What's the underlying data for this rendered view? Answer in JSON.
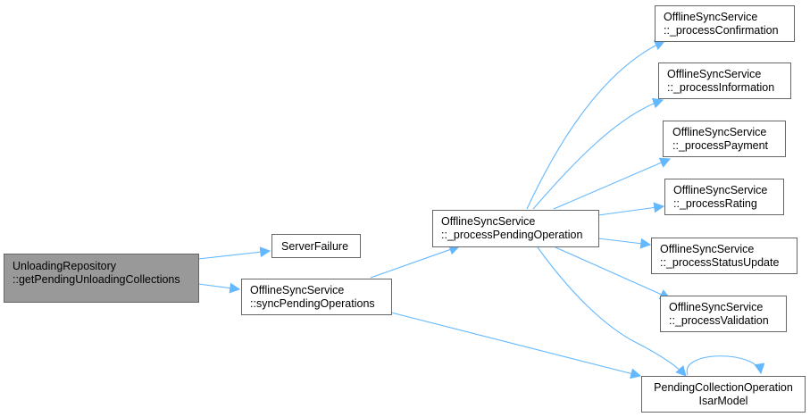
{
  "diagram": {
    "type": "call-graph",
    "edge_color": "#63b8ff",
    "root_fill": "#999999",
    "nodes": {
      "root": [
        "UnloadingRepository",
        "::getPendingUnloadingCollections"
      ],
      "server_failure": [
        "ServerFailure"
      ],
      "sync_pending": [
        "OfflineSyncService",
        "::syncPendingOperations"
      ],
      "process_pending": [
        "OfflineSyncService",
        "::_processPendingOperation"
      ],
      "confirmation": [
        "OfflineSyncService",
        "::_processConfirmation"
      ],
      "information": [
        "OfflineSyncService",
        "::_processInformation"
      ],
      "payment": [
        "OfflineSyncService",
        "::_processPayment"
      ],
      "rating": [
        "OfflineSyncService",
        "::_processRating"
      ],
      "status_update": [
        "OfflineSyncService",
        "::_processStatusUpdate"
      ],
      "validation": [
        "OfflineSyncService",
        "::_processValidation"
      ],
      "pending_collection": [
        "PendingCollectionOperation",
        "IsarModel"
      ]
    },
    "edges": [
      [
        "root",
        "server_failure"
      ],
      [
        "root",
        "sync_pending"
      ],
      [
        "sync_pending",
        "process_pending"
      ],
      [
        "sync_pending",
        "pending_collection"
      ],
      [
        "process_pending",
        "confirmation"
      ],
      [
        "process_pending",
        "information"
      ],
      [
        "process_pending",
        "payment"
      ],
      [
        "process_pending",
        "rating"
      ],
      [
        "process_pending",
        "status_update"
      ],
      [
        "process_pending",
        "validation"
      ],
      [
        "process_pending",
        "pending_collection"
      ],
      [
        "pending_collection",
        "pending_collection"
      ]
    ]
  }
}
